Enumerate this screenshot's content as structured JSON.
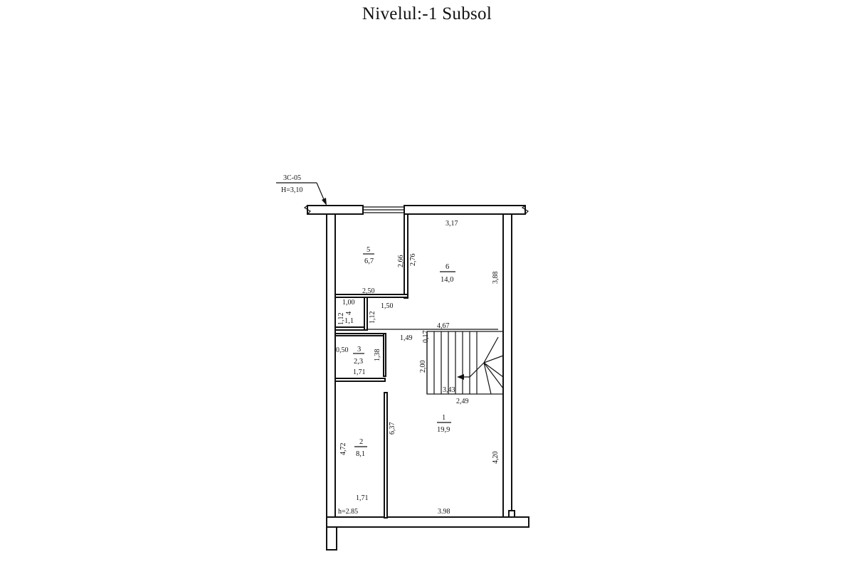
{
  "title": "Nivelul:-1 Subsol",
  "marker": {
    "code": "3C-05",
    "height": "H=3,10"
  },
  "rooms": [
    {
      "number": "5",
      "area": "6,7"
    },
    {
      "number": "6",
      "area": "14,0"
    },
    {
      "number": "4",
      "area": "1,1"
    },
    {
      "number": "3",
      "area": "2,3"
    },
    {
      "number": "1",
      "area": "19,9"
    },
    {
      "number": "2",
      "area": "8,1"
    }
  ],
  "dimensions": {
    "d317": "3,17",
    "d266": "2,66",
    "d276": "2,76",
    "d388": "3,88",
    "d250": "2,50",
    "d100": "1,00",
    "d112a": "1,12",
    "d112b": "1,12",
    "d150": "1,50",
    "d467": "4,67",
    "d017": "0,17",
    "d149": "1,49",
    "d050": "0,50",
    "d138": "1,38",
    "d171a": "1,71",
    "d200": "2,00",
    "d343": "3,43",
    "d249": "2,49",
    "d637": "6,37",
    "d472": "4,72",
    "d420": "4,20",
    "d171b": "1,71",
    "h285": "h=2.85",
    "d398": "3.98"
  }
}
